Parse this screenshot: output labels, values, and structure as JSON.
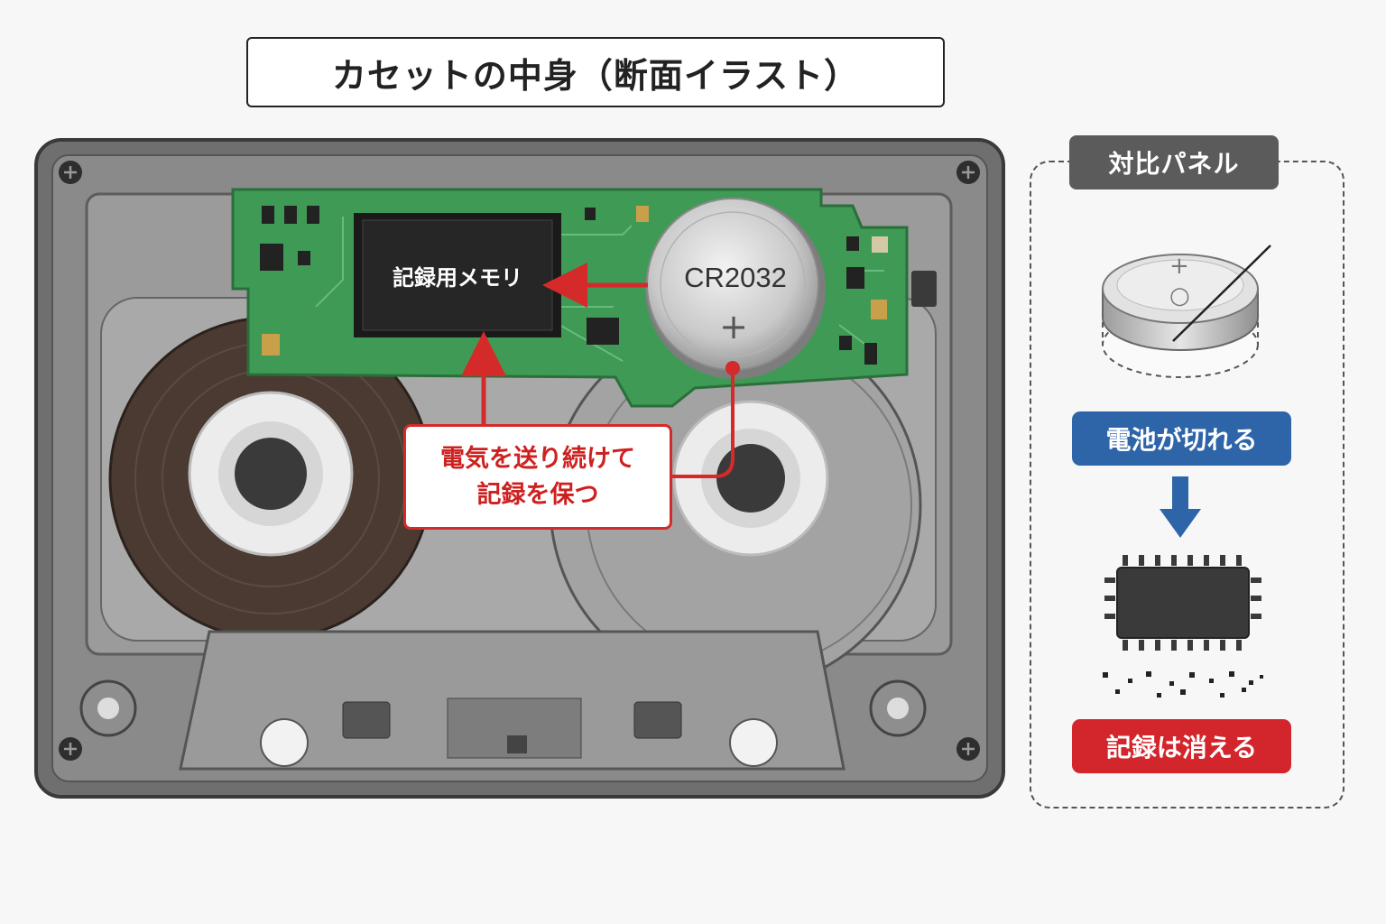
{
  "title": "カセットの中身（断面イラスト）",
  "chip_label": "記録用メモリ",
  "battery_label": "CR2032",
  "battery_plus": "+",
  "callout": {
    "line1": "電気を送り続けて",
    "line2": "記録を保つ"
  },
  "panel": {
    "title": "対比パネル",
    "cell_plus": "+",
    "cell_minus": "○",
    "status_battery": "電池が切れる",
    "status_memory": "記録は消える"
  },
  "colors": {
    "pcb": "#3f9a55",
    "callout_red": "#d42a2a",
    "status_blue": "#2d65a8",
    "status_red": "#d2262c",
    "cassette_shell": "#6f6f6f"
  }
}
